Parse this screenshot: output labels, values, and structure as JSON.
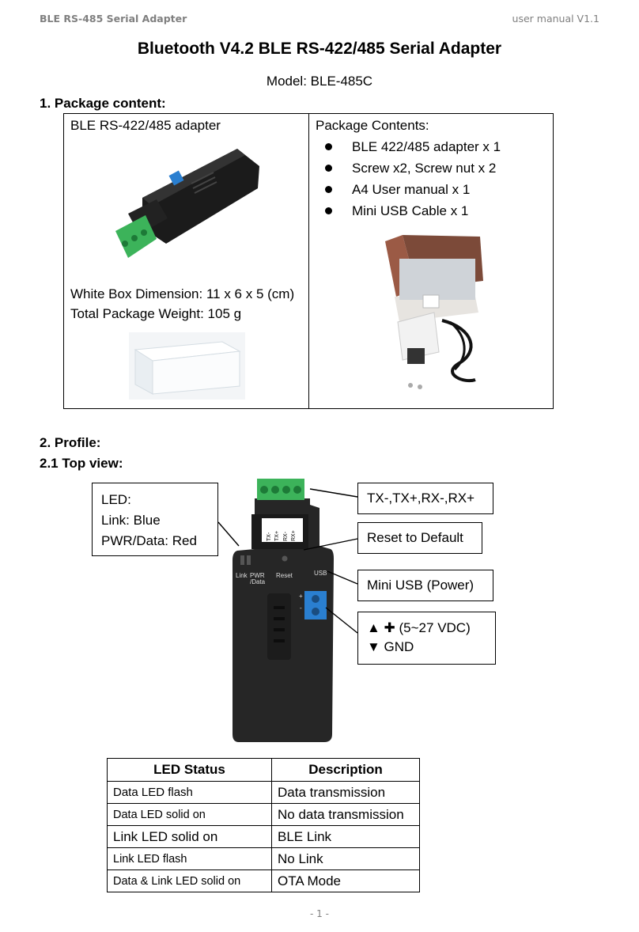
{
  "header": {
    "left": "BLE RS-485 Serial Adapter",
    "right": "user manual V1.1"
  },
  "title": "Bluetooth V4.2 BLE RS-422/485 Serial Adapter",
  "model": "Model: BLE-485C",
  "section1": {
    "heading": "1. Package content:",
    "left_cell": {
      "title": "BLE RS-422/485 adapter",
      "dimension": "White Box Dimension: 11 x 6 x 5 (cm)",
      "weight": "Total Package Weight: 105 g"
    },
    "right_cell": {
      "title": "Package Contents:",
      "items": [
        "BLE 422/485 adapter x 1",
        "Screw x2, Screw nut x 2",
        "A4 User manual x 1",
        "Mini USB Cable x 1"
      ]
    }
  },
  "section2": {
    "heading": "2. Profile:",
    "sub_heading": "2.1 Top view:"
  },
  "diagram": {
    "led_callout": {
      "line1": "LED:",
      "line2": "Link: Blue",
      "line3": "PWR/Data: Red"
    },
    "terminal_callout": "TX-,TX+,RX-,RX+",
    "reset_callout": "Reset to Default",
    "usb_callout": "Mini USB (Power)",
    "power_callout": {
      "line1": "▲ ✚  (5~27 VDC)",
      "line2": "▼ GND"
    },
    "board_labels": {
      "link": "Link",
      "pwr": "PWR",
      "data": "/Data",
      "reset": "Reset",
      "usb": "USB",
      "tx_minus": "TX-",
      "tx_plus": "TX+",
      "rx_minus": "RX-",
      "rx_plus": "RX+",
      "plus": "+",
      "minus": "-"
    }
  },
  "led_table": {
    "headers": [
      "LED Status",
      "Description"
    ],
    "rows": [
      [
        "Data LED flash",
        "Data transmission"
      ],
      [
        "Data LED solid on",
        "No data transmission"
      ],
      [
        "Link LED solid on",
        "BLE Link"
      ],
      [
        "Link LED flash",
        "No Link"
      ],
      [
        "Data & Link LED solid on",
        "OTA Mode"
      ]
    ]
  },
  "footer": "- 1 -",
  "colors": {
    "terminal_green": "#3cb35a",
    "connector_blue": "#2a7fd0",
    "device_body": "#262626"
  }
}
